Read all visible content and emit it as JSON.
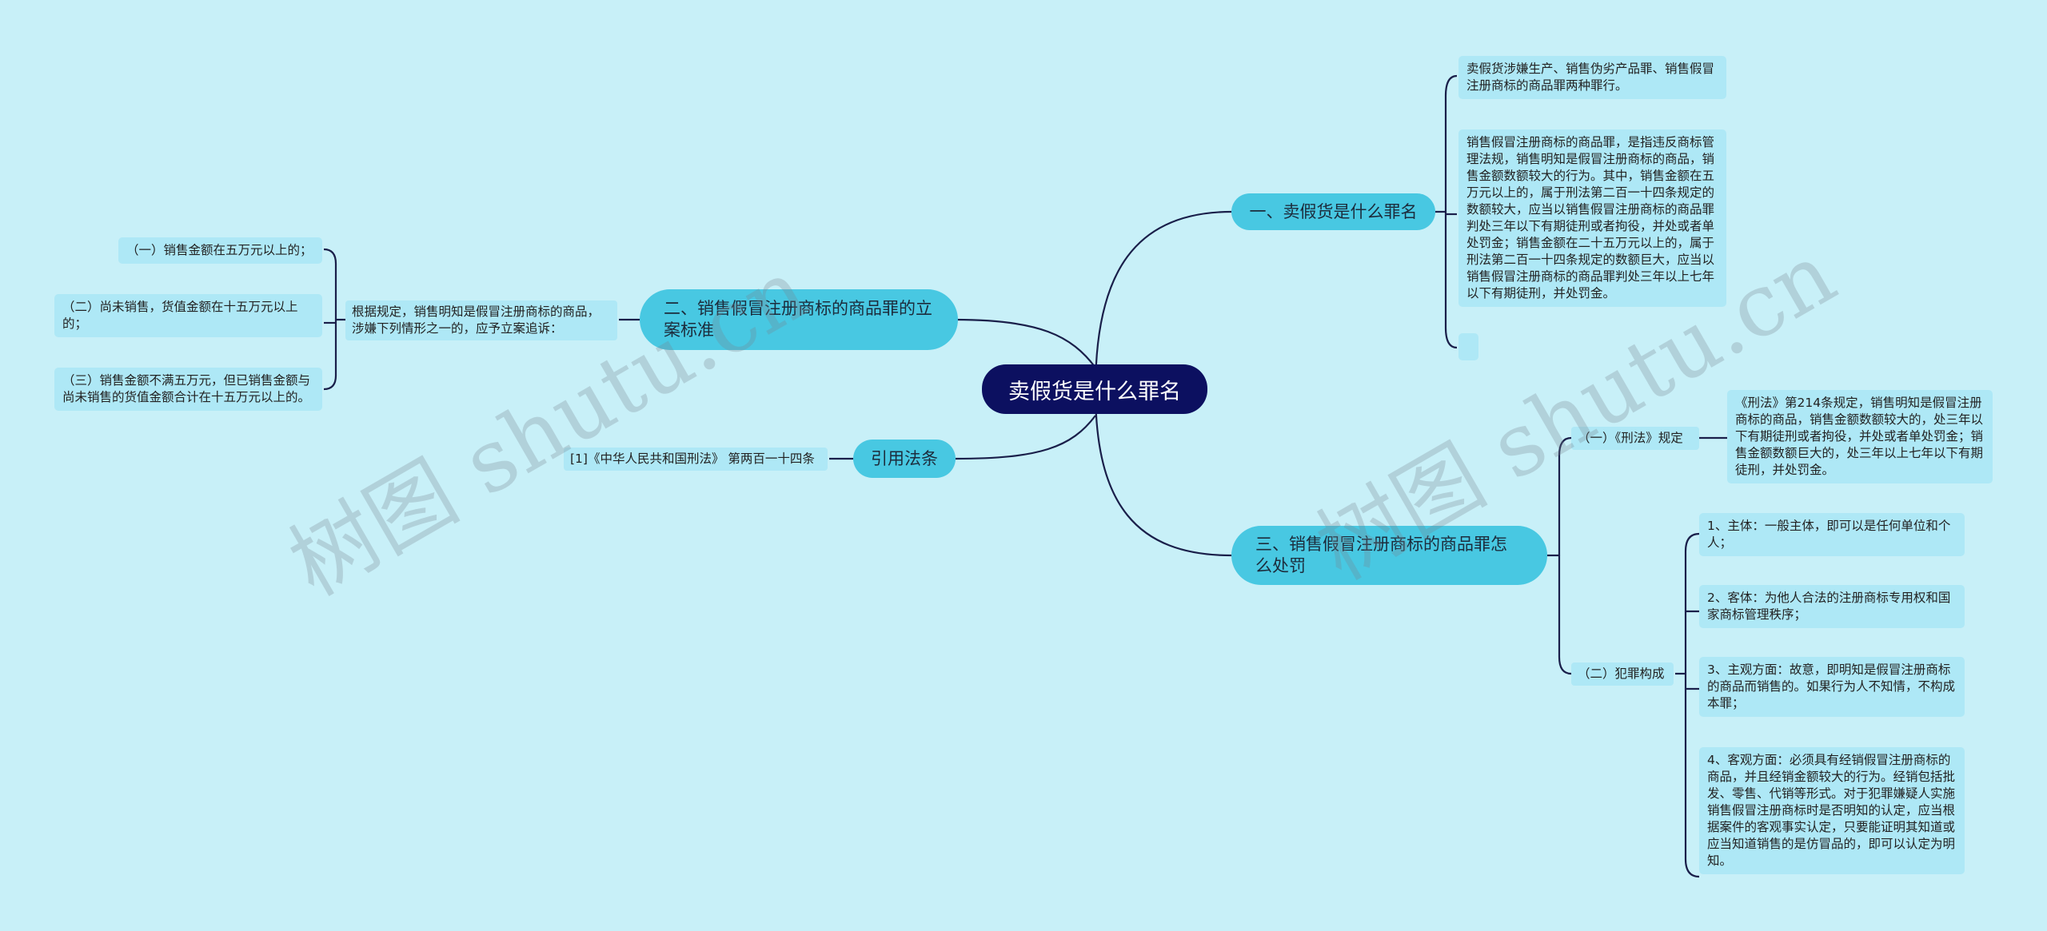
{
  "root": "卖假货是什么罪名",
  "branches": {
    "b1": {
      "label": "一、卖假货是什么罪名",
      "items": [
        "卖假货涉嫌生产、销售伪劣产品罪、销售假冒注册商标的商品罪两种罪行。",
        "销售假冒注册商标的商品罪，是指违反商标管理法规，销售明知是假冒注册商标的商品，销售金额数额较大的行为。其中，销售金额在五万元以上的，属于刑法第二百一十四条规定的数额较大，应当以销售假冒注册商标的商品罪判处三年以下有期徒刑或者拘役，并处或者单处罚金；销售金额在二十五万元以上的，属于刑法第二百一十四条规定的数额巨大，应当以销售假冒注册商标的商品罪判处三年以上七年以下有期徒刑，并处罚金。",
        ""
      ]
    },
    "b2": {
      "label": "二、销售假冒注册商标的商品罪的立案标准",
      "sub": "根据规定，销售明知是假冒注册商标的商品，涉嫌下列情形之一的，应予立案追诉：",
      "items": [
        "（一）销售金额在五万元以上的；",
        "（二）尚未销售，货值金额在十五万元以上的；",
        "（三）销售金额不满五万元，但已销售金额与尚未销售的货值金额合计在十五万元以上的。"
      ]
    },
    "b3": {
      "label": "引用法条",
      "items": [
        "[1]《中华人民共和国刑法》 第两百一十四条"
      ]
    },
    "b4": {
      "label": "三、销售假冒注册商标的商品罪怎么处罚",
      "sub1": {
        "label": "（一）《刑法》规定",
        "text": "《刑法》第214条规定，销售明知是假冒注册商标的商品，销售金额数额较大的，处三年以下有期徒刑或者拘役，并处或者单处罚金；销售金额数额巨大的，处三年以上七年以下有期徒刑，并处罚金。"
      },
      "sub2": {
        "label": "（二）犯罪构成",
        "items": [
          "1、主体：一般主体，即可以是任何单位和个人；",
          "2、客体：为他人合法的注册商标专用权和国家商标管理秩序；",
          "3、主观方面：故意，即明知是假冒注册商标的商品而销售的。如果行为人不知情，不构成本罪；",
          "4、客观方面：必须具有经销假冒注册商标的商品，并且经销金额较大的行为。经销包括批发、零售、代销等形式。对于犯罪嫌疑人实施销售假冒注册商标时是否明知的认定，应当根据案件的客观事实认定，只要能证明其知道或应当知道销售的是仿冒品的，即可以认定为明知。"
        ]
      }
    }
  },
  "watermark": [
    "树图 shutu.cn",
    "树图 shutu.cn"
  ],
  "colors": {
    "background": "#c8f0f8",
    "root": "#0c1060",
    "branch": "#48c8e2",
    "leaf": "#aee8f6",
    "line": "#1a1f4a"
  }
}
